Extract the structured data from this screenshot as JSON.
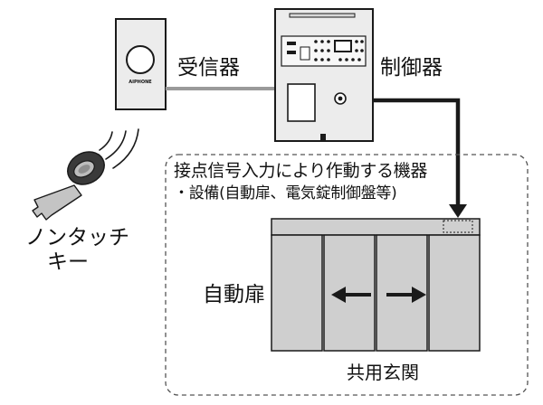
{
  "labels": {
    "receiver": "受信器",
    "controller": "制御器",
    "area_title_line1": "接点信号入力により作動する機器",
    "area_title_line2": "・設備(自動扉、電気錠制御盤等)",
    "touchless_key_line1": "ノンタッチ",
    "touchless_key_line2": "キー",
    "auto_door": "自動扉",
    "entrance": "共用玄関",
    "receiver_logo": "AIPHONE"
  },
  "colors": {
    "device_fill": "#ececec",
    "door_fill": "#cfcfcf",
    "line": "#1a1a1a",
    "cable": "#9a9a9a",
    "dash": "#555555"
  },
  "icons": {
    "key": "key-icon",
    "signal": "wireless-signal-icon",
    "arrow_left": "arrow-left-icon",
    "arrow_right": "arrow-right-icon",
    "lock": "lock-icon"
  }
}
